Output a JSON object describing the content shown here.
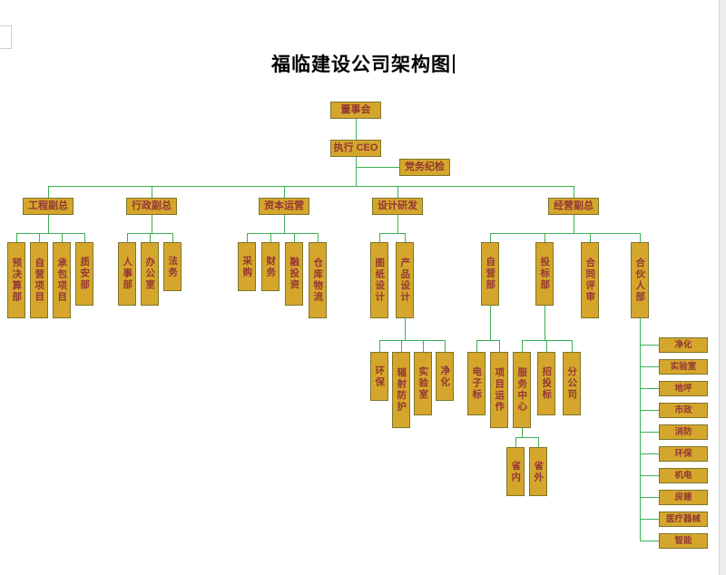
{
  "title": "福临建设公司架构图",
  "colors": {
    "box_fill": "#D4A72C",
    "box_border": "#7F7429",
    "box_text": "#943634",
    "line": "#3CB054"
  },
  "org": {
    "board": "董事会",
    "ceo": "执行 CEO",
    "party": "党务纪检",
    "branches": [
      "工程副总",
      "行政副总",
      "资本运营",
      "设计研发",
      "经营副总"
    ],
    "eng_children": [
      "预决算部",
      "自营项目",
      "承包项目",
      "质安部"
    ],
    "admin_children": [
      "人事部",
      "办公室",
      "法务"
    ],
    "capital_children": [
      "采购",
      "财务",
      "融投资",
      "仓库物流"
    ],
    "design_children": [
      "图纸设计",
      "产品设计"
    ],
    "product_children": [
      "环保",
      "辐射防护",
      "实验室",
      "净化"
    ],
    "ops_children": [
      "自营部",
      "投标部",
      "合同评审",
      "合伙人部"
    ],
    "self_op_children": [
      "电子标",
      "项目运作"
    ],
    "bid_children": [
      "服务中心",
      "招投标",
      "分公司"
    ],
    "service_children": [
      "省内",
      "省外"
    ],
    "partner_children": [
      "净化",
      "实验室",
      "地坪",
      "市政",
      "消防",
      "环保",
      "机电",
      "房建",
      "医疗器械",
      "智能"
    ]
  }
}
